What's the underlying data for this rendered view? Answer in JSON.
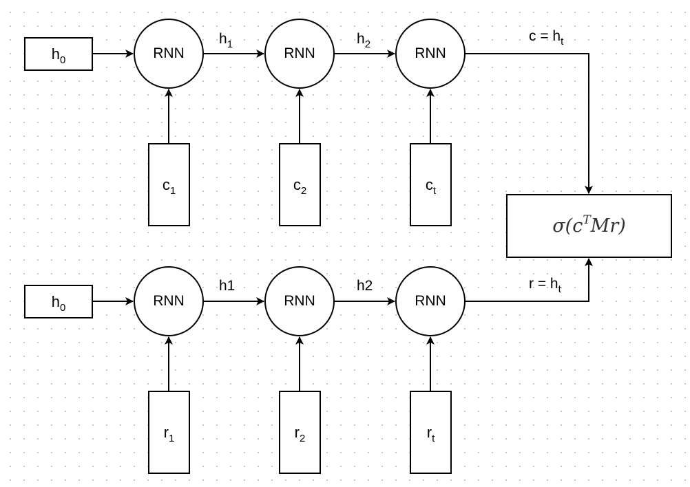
{
  "top_chain": {
    "init": {
      "base": "h",
      "sub": "0"
    },
    "cells": [
      "RNN",
      "RNN",
      "RNN"
    ],
    "links": [
      {
        "base": "h",
        "sub": "1"
      },
      {
        "base": "h",
        "sub": "2"
      }
    ],
    "output": {
      "base": "c = h",
      "sub": "t"
    },
    "inputs": [
      {
        "base": "c",
        "sub": "1"
      },
      {
        "base": "c",
        "sub": "2"
      },
      {
        "base": "c",
        "sub": "t"
      }
    ]
  },
  "bottom_chain": {
    "init": {
      "base": "h",
      "sub": "0"
    },
    "cells": [
      "RNN",
      "RNN",
      "RNN"
    ],
    "links": [
      {
        "base": "h1",
        "sub": ""
      },
      {
        "base": "h2",
        "sub": ""
      }
    ],
    "output": {
      "base": "r = h",
      "sub": "t"
    },
    "inputs": [
      {
        "base": "r",
        "sub": "1"
      },
      {
        "base": "r",
        "sub": "2"
      },
      {
        "base": "r",
        "sub": "t"
      }
    ]
  },
  "score": {
    "prefix": "σ(c",
    "sup": "T",
    "suffix": "Mr)"
  }
}
